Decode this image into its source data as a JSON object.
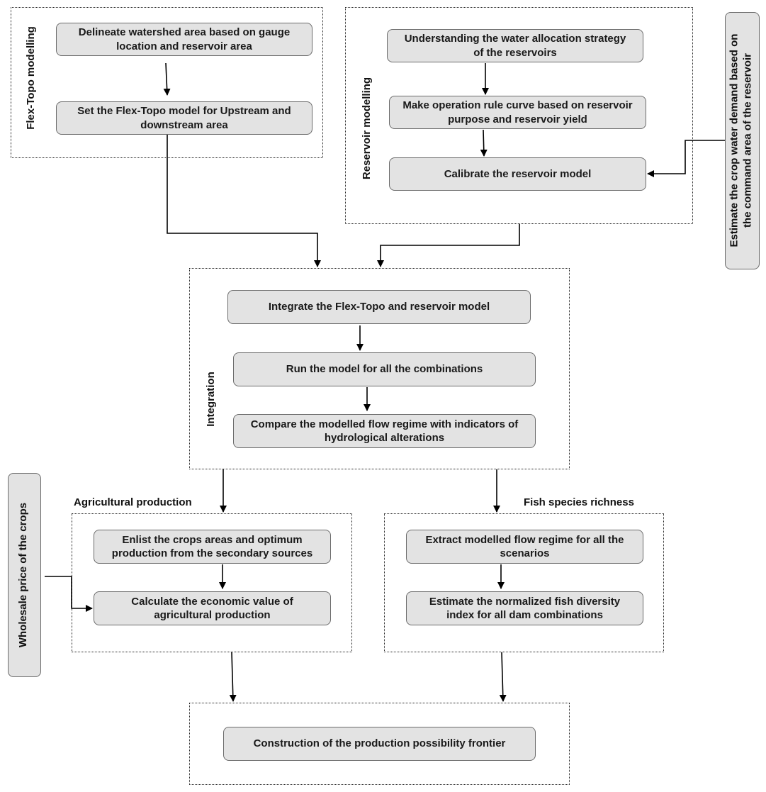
{
  "groups": {
    "flex_topo": {
      "label": "Flex-Topo modelling"
    },
    "reservoir": {
      "label": "Reservoir modelling"
    },
    "integration": {
      "label": "Integration"
    },
    "agriculture": {
      "label": "Agricultural production"
    },
    "fish": {
      "label": "Fish species richness"
    }
  },
  "steps": {
    "delineate": "Delineate watershed area based on gauge\nlocation and reservoir area",
    "set_flex_topo": "Set the Flex-Topo model for Upstream and\ndownstream area",
    "understand_allocation": "Understanding the water allocation strategy\nof the reservoirs",
    "rule_curve": "Make operation rule curve based on reservoir\npurpose and reservoir yield",
    "calibrate": "Calibrate the reservoir model",
    "integrate": "Integrate the Flex-Topo and reservoir model",
    "run_model": "Run the model for all the combinations",
    "compare": "Compare the modelled flow regime with indicators of\nhydrological alterations",
    "enlist_crops": "Enlist the crops areas and optimum\nproduction from the secondary sources",
    "economic_value": "Calculate the economic value of\nagricultural production",
    "extract_flow": "Extract modelled flow regime for all the\nscenarios",
    "fish_index": "Estimate the normalized fish diversity\nindex  for all  dam combinations",
    "ppf": "Construction of the production possibility frontier"
  },
  "inputs": {
    "crop_water_demand": {
      "line1": "Estimate the crop water demand based on",
      "line2": "the command area of the reservoir"
    },
    "wholesale_price": "Wholesale price of the crops"
  }
}
